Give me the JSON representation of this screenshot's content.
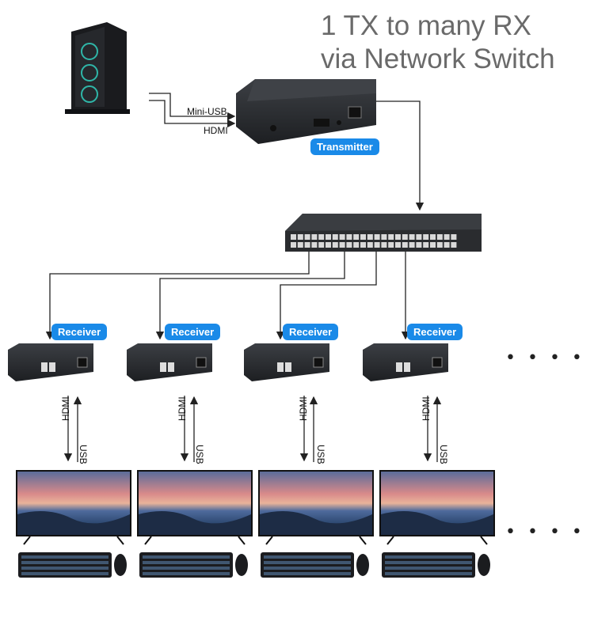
{
  "title": {
    "line1": "1 TX to many RX",
    "line2": "via Network Switch"
  },
  "transmitter": {
    "badge": "Transmitter",
    "inputs": {
      "mini_usb": "Mini-USB",
      "hdmi": "HDMI"
    }
  },
  "receivers": [
    {
      "badge": "Receiver",
      "down": "HDMI",
      "up": "USB"
    },
    {
      "badge": "Receiver",
      "down": "HDMI",
      "up": "USB"
    },
    {
      "badge": "Receiver",
      "down": "HDMI",
      "up": "USB"
    },
    {
      "badge": "Receiver",
      "down": "HDMI",
      "up": "USB"
    }
  ],
  "continuation": {
    "receivers": "• • • • •",
    "displays": "• • • • •"
  },
  "colors": {
    "badge": "#1a8ae8",
    "title": "#6a6a6a",
    "device": "#2b2d30",
    "line": "#222222"
  }
}
